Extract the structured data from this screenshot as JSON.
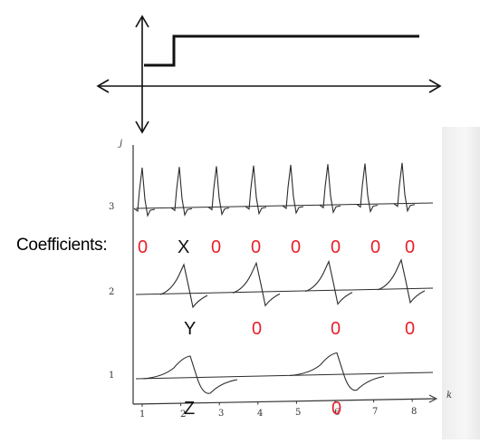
{
  "coefficients_label": "Coefficients:",
  "colors": {
    "zero": "#e8202a",
    "symbol": "#111111",
    "ink": "#2b2b2b",
    "step": "#111111"
  },
  "levels": {
    "3": {
      "tick": "3",
      "coefficients": [
        "0",
        "X",
        "0",
        "0",
        "0",
        "0",
        "0",
        "0"
      ]
    },
    "2": {
      "tick": "2",
      "coefficients": [
        "Y",
        "0",
        "0",
        "0"
      ]
    },
    "1": {
      "tick": "1",
      "coefficients": [
        "Z",
        "0"
      ]
    }
  },
  "axes": {
    "j_label": "j",
    "k_label": "k",
    "x_ticks": [
      "1",
      "2",
      "3",
      "4",
      "5",
      "6",
      "7",
      "8"
    ]
  }
}
